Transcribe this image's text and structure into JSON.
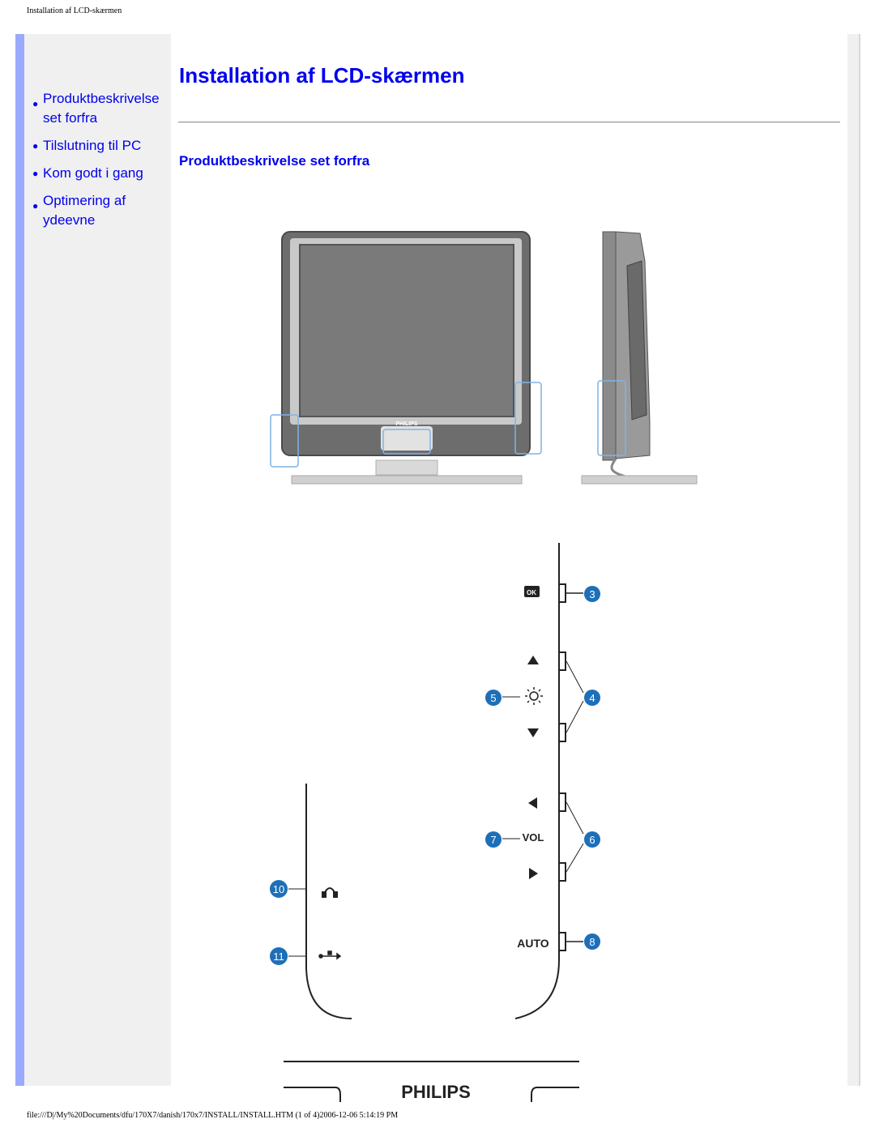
{
  "header": {
    "doc_title": "Installation af LCD-skærmen"
  },
  "nav": {
    "items": [
      {
        "label": "Produktbeskrivelse set forfra"
      },
      {
        "label": "Tilslutning til PC"
      },
      {
        "label": "Kom godt i gang"
      },
      {
        "label": "Optimering af ydeevne"
      }
    ]
  },
  "main": {
    "title": "Installation af LCD-skærmen",
    "subtitle": "Produktbeskrivelse set forfra"
  },
  "figure": {
    "brand": "PHILIPS",
    "buttons": {
      "ok": "OK",
      "vol": "VOL",
      "auto": "AUTO"
    },
    "callouts": [
      "3",
      "4",
      "5",
      "6",
      "7",
      "8",
      "10",
      "11"
    ]
  },
  "footer": {
    "path": "file:///D|/My%20Documents/dfu/170X7/danish/170x7/INSTALL/INSTALL.HTM (1 of 4)2006-12-06 5:14:19 PM"
  },
  "colors": {
    "link": "#0000ee",
    "sidebar_strip": "#99aaff",
    "callout": "#1d6fb8",
    "highlight": "#7fb3e6"
  }
}
